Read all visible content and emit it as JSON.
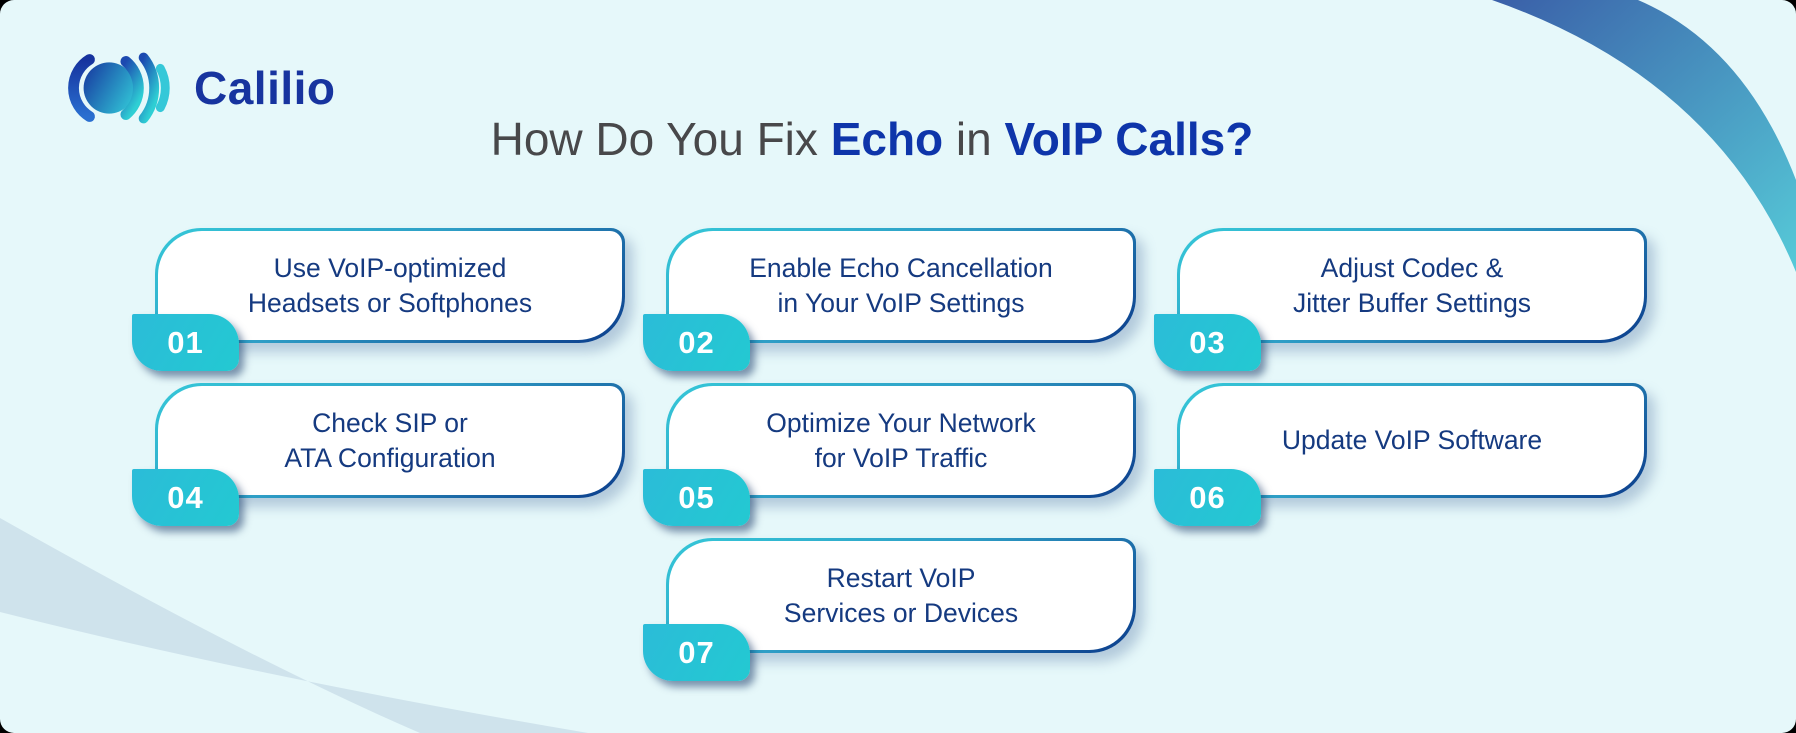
{
  "brand": {
    "name": "Calilio",
    "icon": "sound-wave-logo-icon"
  },
  "title": {
    "part1": "How Do You Fix ",
    "part2": "Echo",
    "part3": " in ",
    "part4": "VoIP Calls?"
  },
  "cards": [
    {
      "number": "01",
      "line1": "Use VoIP-optimized",
      "line2": "Headsets or Softphones"
    },
    {
      "number": "02",
      "line1": "Enable Echo Cancellation",
      "line2": "in Your VoIP Settings"
    },
    {
      "number": "03",
      "line1": "Adjust Codec &",
      "line2": "Jitter Buffer Settings"
    },
    {
      "number": "04",
      "line1": "Check SIP or",
      "line2": "ATA Configuration"
    },
    {
      "number": "05",
      "line1": "Optimize Your Network",
      "line2": "for VoIP Traffic"
    },
    {
      "number": "06",
      "line1": "Update VoIP Software",
      "line2": ""
    },
    {
      "number": "07",
      "line1": "Restart VoIP",
      "line2": "Services or Devices"
    }
  ],
  "colors": {
    "background": "#e6f8fa",
    "card_text_navy": "#153a80",
    "title_gray": "#48484a",
    "title_accent_blue": "#0e35aa",
    "badge_teal": "#23c9d2",
    "border_teal": "#35c8d8",
    "border_navy": "#0c3d8c",
    "brand_blue": "#17349f"
  }
}
